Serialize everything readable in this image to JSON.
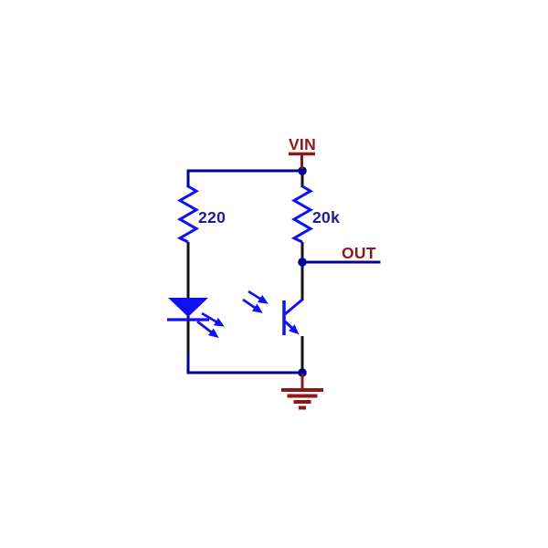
{
  "diagram": {
    "type": "circuit-schematic",
    "description": "Reflectance sensor circuit: LED with series resistor and phototransistor with pull-up resistor",
    "net_labels": {
      "vin": "VIN",
      "out": "OUT"
    },
    "components": {
      "led_resistor_value": "220",
      "pullup_resistor_value": "20k"
    }
  },
  "colors": {
    "background": "#ffffff",
    "net_wire": "#000095",
    "component_pin": "#141414",
    "device_body": "#1010f5",
    "power_symbol": "#8e1717",
    "value_label": "#1c1c9c"
  }
}
